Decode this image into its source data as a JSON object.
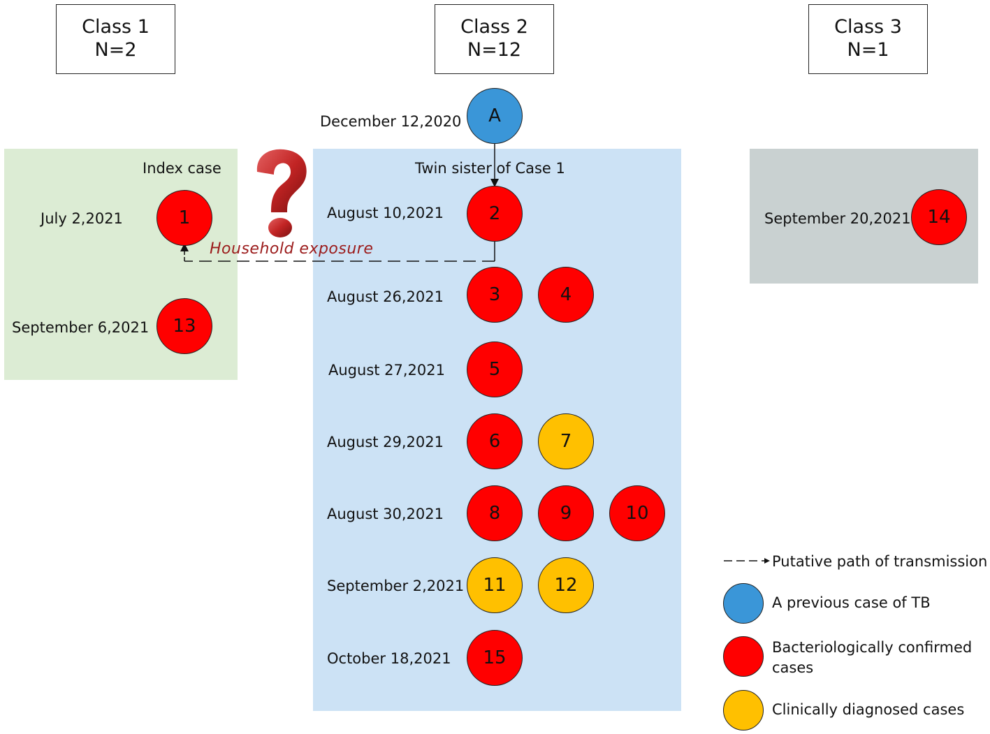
{
  "classes": [
    {
      "title": "Class 1",
      "count": "N=2"
    },
    {
      "title": "Class 2",
      "count": "N=12"
    },
    {
      "title": "Class 3",
      "count": "N=1"
    }
  ],
  "colors": {
    "previous": "#3a96d8",
    "confirmed": "#ff0000",
    "clinical": "#ffc000",
    "class1_panel": "#dcecd4",
    "class2_panel": "#cce2f5",
    "class3_panel": "#c9d1d1"
  },
  "labels": {
    "index_case": "Index case",
    "twin_sister": "Twin sister of Case 1",
    "household_exposure": "Household exposure",
    "question_icon": "question-mark-icon"
  },
  "previous_case": {
    "date": "December 12,2020",
    "id": "A"
  },
  "class1": [
    {
      "date": "July 2,2021",
      "cases": [
        {
          "id": "1",
          "type": "confirmed"
        }
      ]
    },
    {
      "date": "September 6,2021",
      "cases": [
        {
          "id": "13",
          "type": "confirmed"
        }
      ]
    }
  ],
  "class2": [
    {
      "date": "August 10,2021",
      "cases": [
        {
          "id": "2",
          "type": "confirmed"
        }
      ]
    },
    {
      "date": "August 26,2021",
      "cases": [
        {
          "id": "3",
          "type": "confirmed"
        },
        {
          "id": "4",
          "type": "confirmed"
        }
      ]
    },
    {
      "date": "August 27,2021",
      "cases": [
        {
          "id": "5",
          "type": "confirmed"
        }
      ]
    },
    {
      "date": "August 29,2021",
      "cases": [
        {
          "id": "6",
          "type": "confirmed"
        },
        {
          "id": "7",
          "type": "clinical"
        }
      ]
    },
    {
      "date": "August 30,2021",
      "cases": [
        {
          "id": "8",
          "type": "confirmed"
        },
        {
          "id": "9",
          "type": "confirmed"
        },
        {
          "id": "10",
          "type": "confirmed"
        }
      ]
    },
    {
      "date": "September 2,2021",
      "cases": [
        {
          "id": "11",
          "type": "clinical"
        },
        {
          "id": "12",
          "type": "clinical"
        }
      ]
    },
    {
      "date": "October 18,2021",
      "cases": [
        {
          "id": "15",
          "type": "confirmed"
        }
      ]
    }
  ],
  "class3": [
    {
      "date": "September 20,2021",
      "cases": [
        {
          "id": "14",
          "type": "confirmed"
        }
      ]
    }
  ],
  "legend": {
    "transmission": "Putative path of transmission",
    "previous": "A previous case of TB",
    "confirmed": "Bacteriologically confirmed cases",
    "clinical": "Clinically diagnosed cases"
  }
}
